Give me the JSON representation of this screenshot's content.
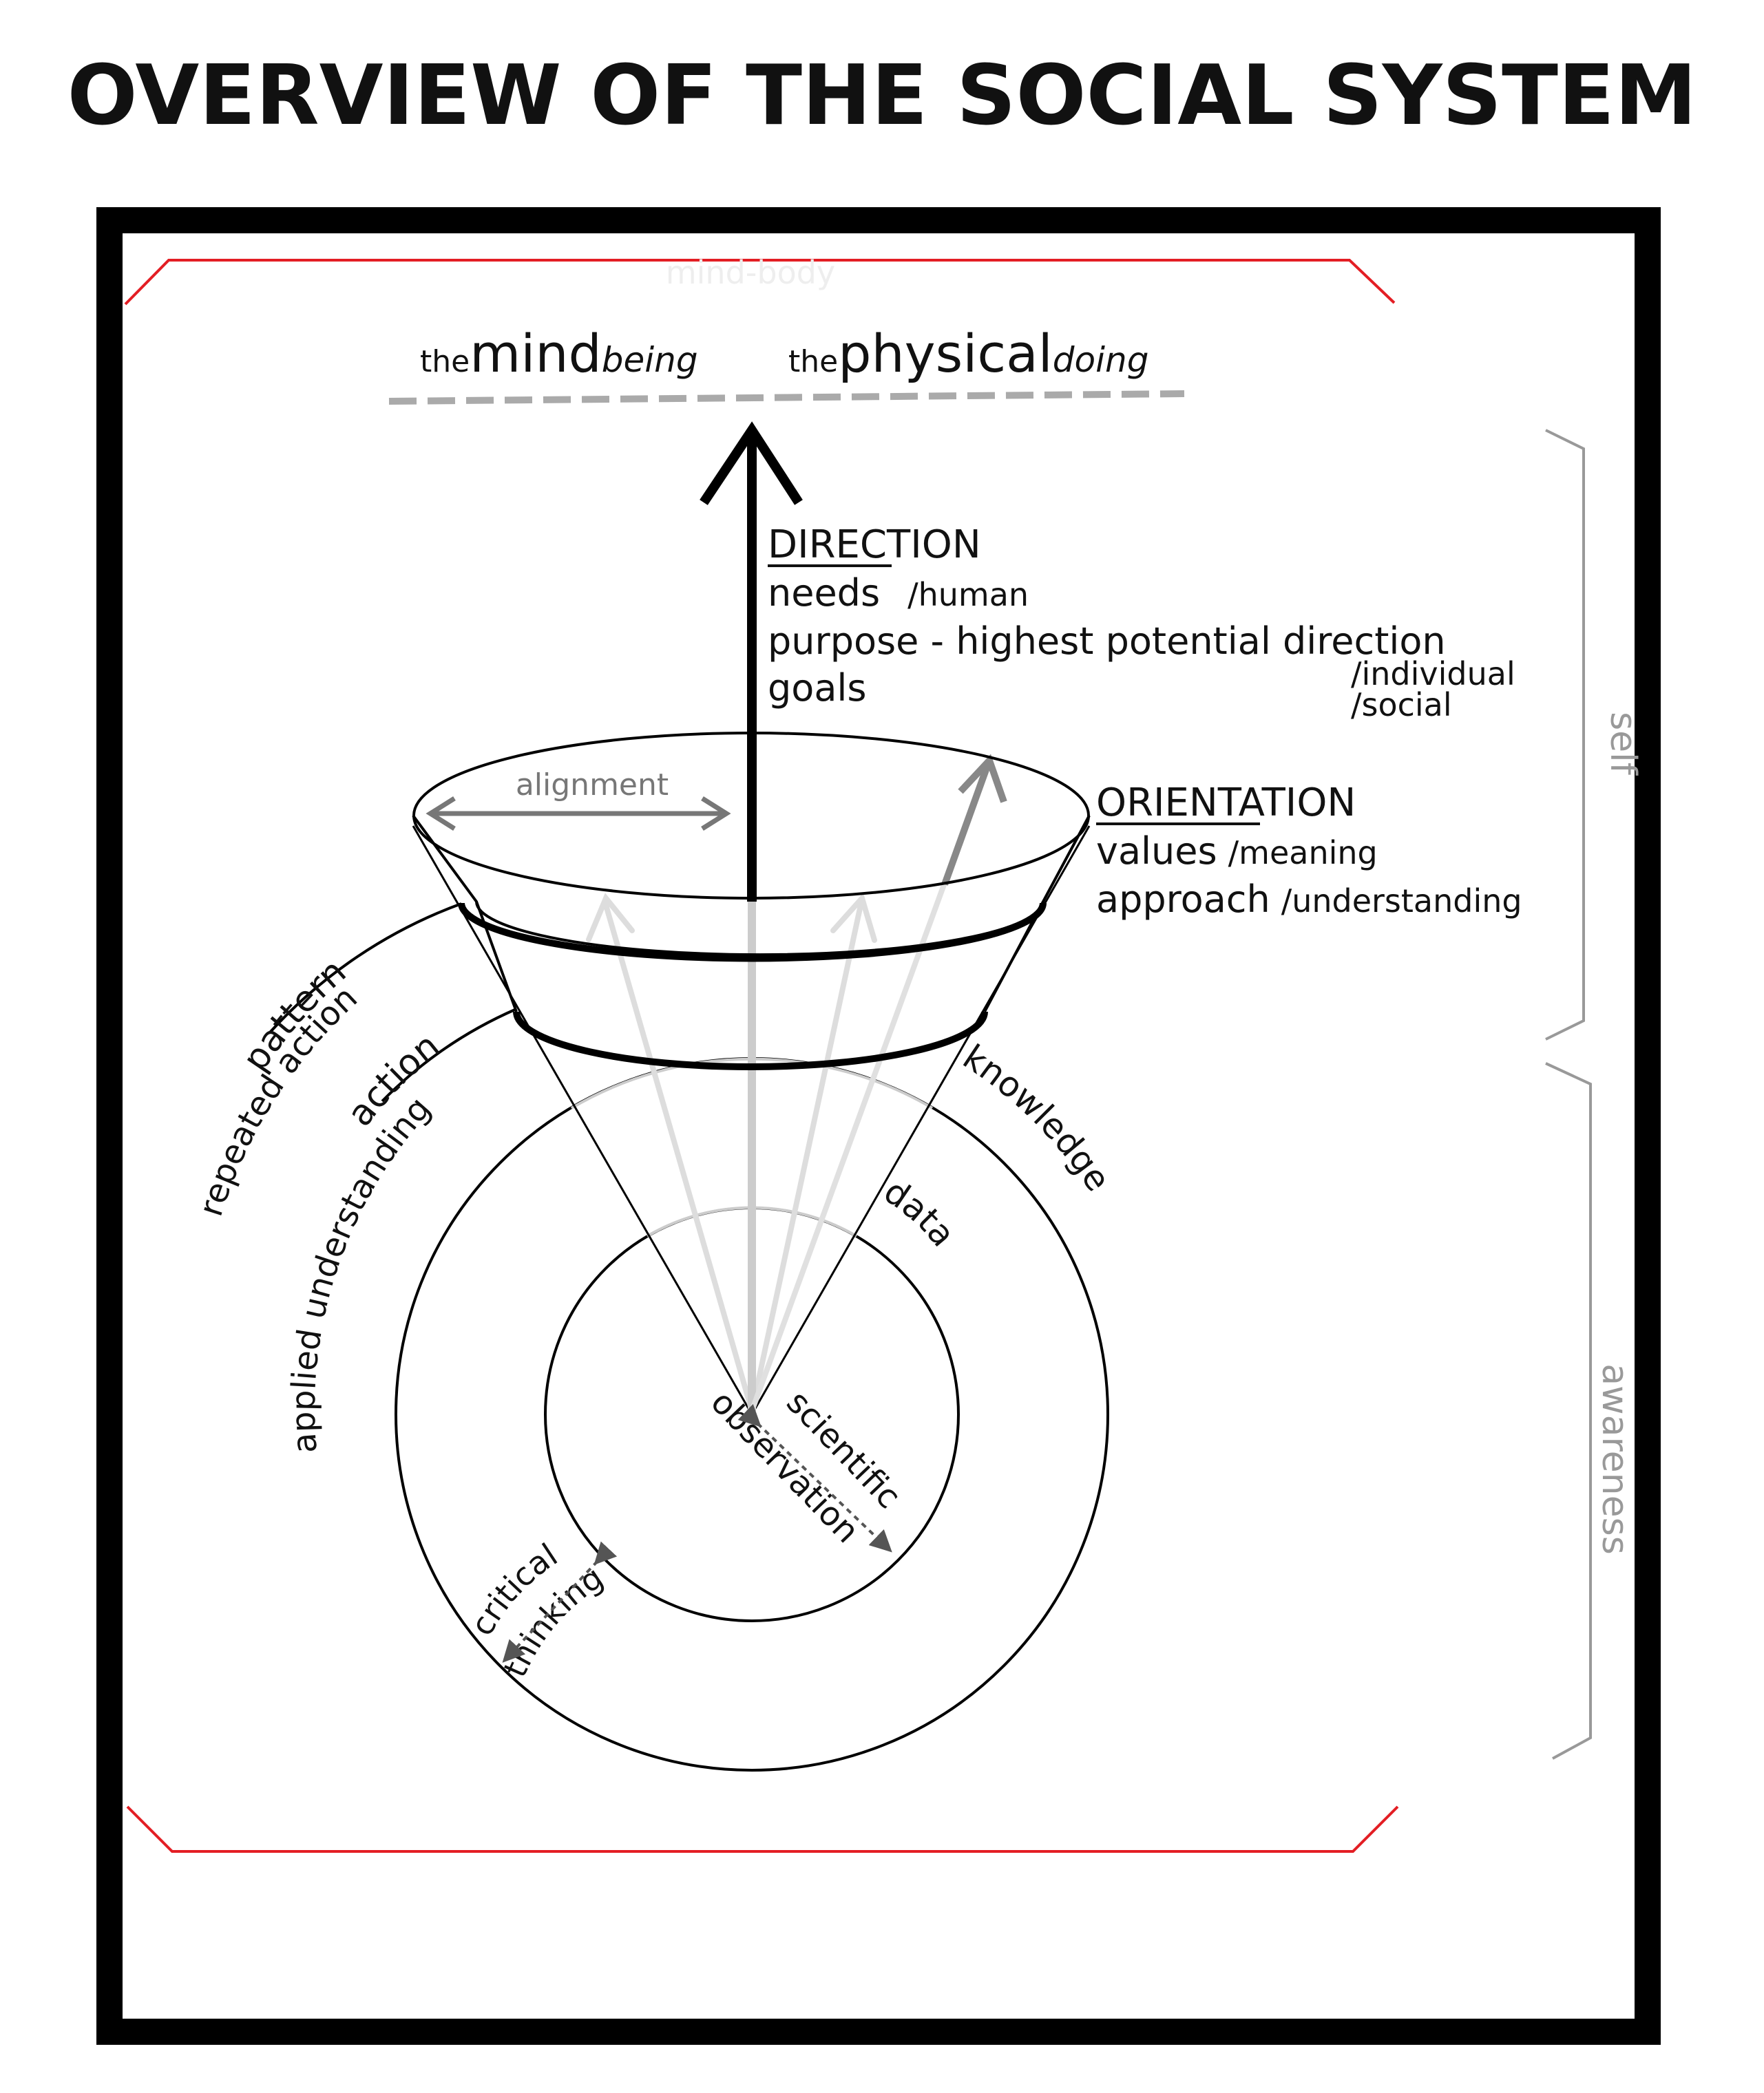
{
  "title": "OVERVIEW OF THE SOCIAL SYSTEM",
  "colors": {
    "frame": "#000000",
    "accent_red": "#e31e24",
    "gray_dark": "#777777",
    "gray_mid": "#999999",
    "gray_light": "#cccccc",
    "gray_faint": "#eeeeee"
  },
  "top": {
    "faint_label": "mind-body",
    "mind": {
      "prefix": "the",
      "main": "mind",
      "suffix": "being"
    },
    "physical": {
      "prefix": "the",
      "main": "physical",
      "suffix": "doing"
    }
  },
  "direction": {
    "heading": "DIRECTION",
    "needs": "needs",
    "needs_sub": "/human",
    "purpose": "purpose - highest potential direction",
    "goals": "goals",
    "goals_sub1": "/individual",
    "goals_sub2": "/social"
  },
  "orientation": {
    "heading": "ORIENTATION",
    "values": "values",
    "values_sub": "/meaning",
    "approach": "approach",
    "approach_sub": "/understanding"
  },
  "alignment": "alignment",
  "side_labels": {
    "self": "self",
    "awareness": "awareness"
  },
  "arc_labels": {
    "pattern": "pattern",
    "repeated_action": "repeated action",
    "action": "action",
    "applied_understanding": "applied understanding",
    "knowledge": "knowledge",
    "data": "data",
    "scientific": "scientific",
    "observation": "observation",
    "critical": "critical",
    "thinking": "thinking"
  }
}
